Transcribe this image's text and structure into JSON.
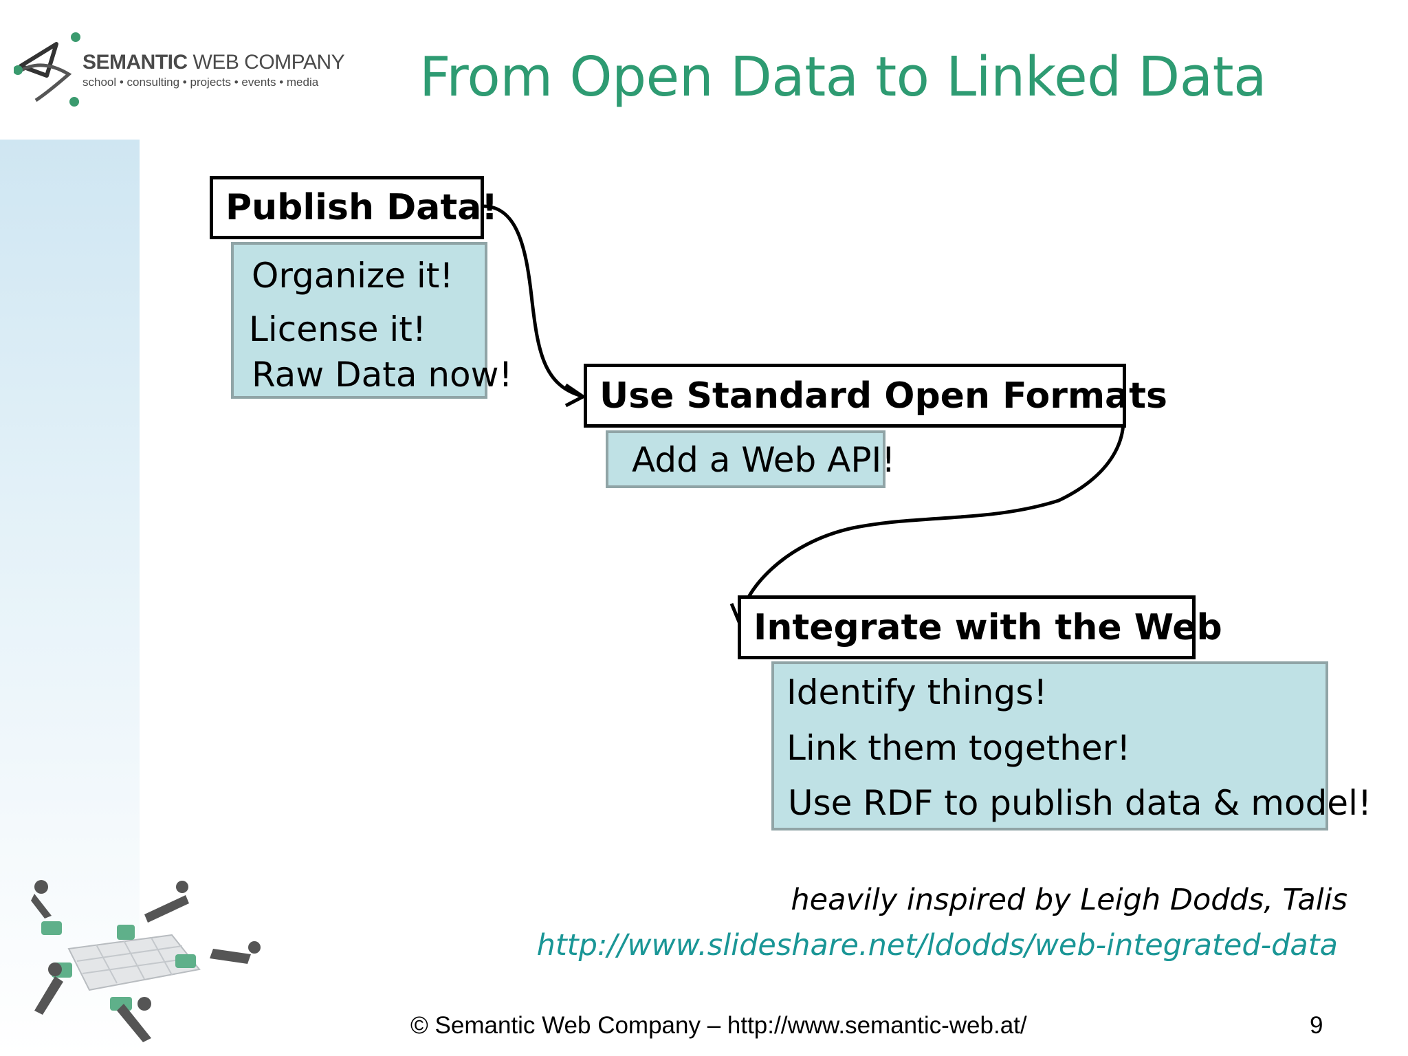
{
  "logo": {
    "name_bold": "SEMANTIC",
    "name_rest": " WEB COMPANY",
    "tagline": "school • consulting • projects • events • media"
  },
  "slide": {
    "title": "From Open Data to Linked Data",
    "steps": [
      {
        "heading": "Publish Data!",
        "items": [
          "Organize it!",
          "License it!",
          "Raw Data now!"
        ]
      },
      {
        "heading": "Use Standard Open Formats",
        "items": [
          "Add a Web API!"
        ]
      },
      {
        "heading": "Integrate with the Web",
        "items": [
          "Identify things!",
          "Link them together!",
          "Use RDF to publish data & model!"
        ]
      }
    ],
    "credit": "heavily inspired by Leigh Dodds, Talis",
    "link": "http://www.slideshare.net/ldodds/web-integrated-data"
  },
  "footer": {
    "copyright": "© Semantic Web Company – http://www.semantic-web.at/",
    "page_number": "9"
  },
  "colors": {
    "title": "#2e9b72",
    "sub_box_fill": "#bfe1e5",
    "sub_box_border": "#90a4a6",
    "link": "#1a9696"
  }
}
